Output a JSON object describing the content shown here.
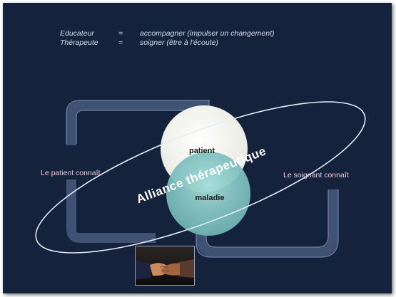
{
  "definitions": [
    {
      "term": "Educateur",
      "sep": "=",
      "meaning": "accompagner (impulser un changement)"
    },
    {
      "term": "Thérapeute",
      "sep": "=",
      "meaning": "soigner (être à l'écoute)"
    }
  ],
  "labels": {
    "left": "Le patient connaît",
    "right": "Le soignant connaît",
    "top_circle": "patient",
    "bottom_circle": "maladie",
    "ellipse": "Alliance thérapeutique"
  },
  "colors": {
    "background": "#14223c",
    "ellipse_stroke": "#e6ecf7",
    "top_circle": "#f3f4ee",
    "bottom_circle": "#84c7c4",
    "arrow": "#4b5e80",
    "side_label": "#f2c9d4"
  },
  "icons": {
    "photo": "handshake-photo"
  }
}
